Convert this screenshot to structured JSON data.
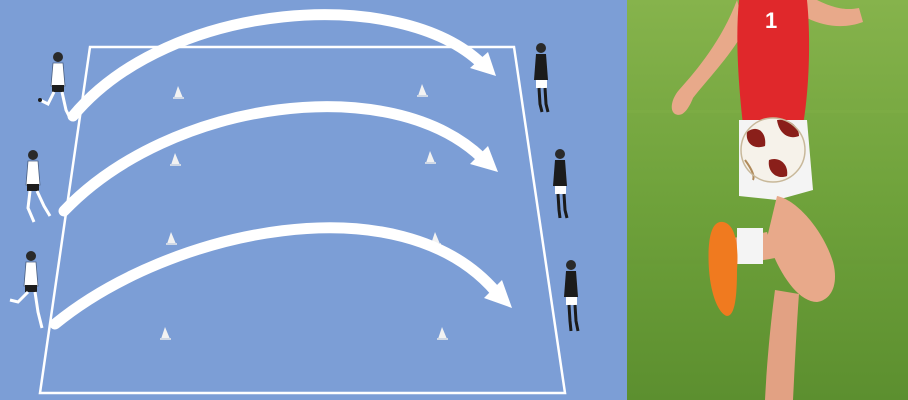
{
  "colors": {
    "pitch": "#7c9ed6",
    "field_line": "#ffffff",
    "arrow": "#ffffff",
    "player_white": "#ffffff",
    "player_black": "#1b1b1b",
    "cone": "#f2f2f2",
    "grass_light": "#7eae45",
    "grass_dark": "#5c8f2f",
    "jersey": "#e0282b",
    "shorts": "#f4f4f4",
    "skin": "#e8a98a",
    "boot": "#f07a1f",
    "ball_panel": "#8a1f1a"
  },
  "drill": {
    "passes": 3,
    "cones": 8,
    "players_white": 3,
    "players_black": 3
  },
  "photo": {
    "subject": "player-juggling-ball-on-thigh",
    "jersey_number": "1"
  }
}
